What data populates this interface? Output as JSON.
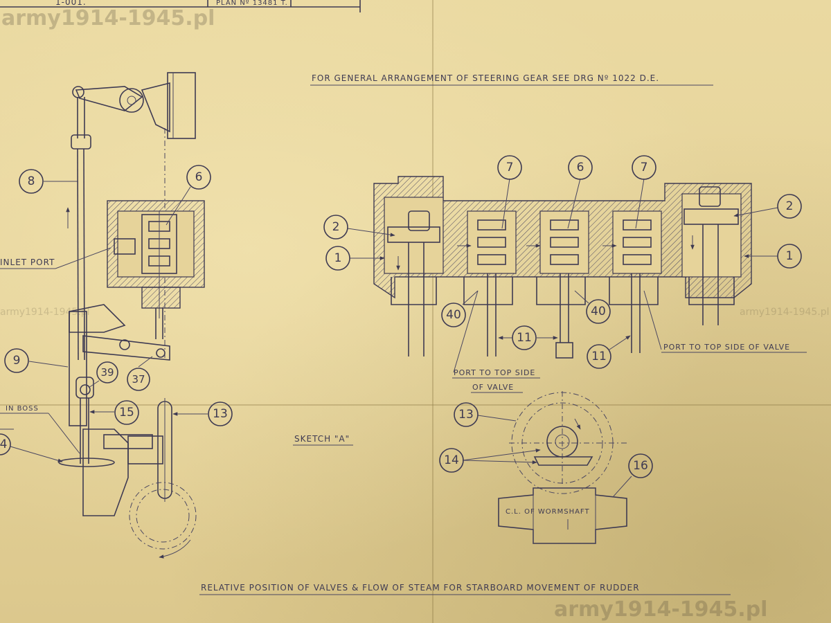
{
  "title_block": {
    "left_cell": "1-001.",
    "plan_no": "PLAN Nº 13481 T."
  },
  "watermarks": {
    "top_left": "army1914-1945.pl",
    "bottom_right": "army1914-1945.pl",
    "mid_left": "army1914-1945.pl",
    "mid_right": "army1914-1945.pl"
  },
  "notes": {
    "general_arrangement": "FOR GENERAL ARRANGEMENT OF STEERING GEAR SEE DRG Nº 1022 D.E.",
    "relative_position": "RELATIVE POSITION OF VALVES & FLOW OF STEAM FOR STARBOARD MOVEMENT OF RUDDER",
    "sketch_a": "SKETCH \"A\"",
    "inlet_port": "INLET PORT",
    "in_boss": "IN BOSS",
    "port_to_top_left_1": "PORT TO TOP SIDE",
    "port_to_top_left_2": "OF VALVE",
    "port_to_top_right": "PORT TO TOP SIDE OF VALVE",
    "worm_shaft": "C.L. OF WORMSHAFT"
  },
  "balloons": {
    "b8": "8",
    "b6_left": "6",
    "b9": "9",
    "b39": "39",
    "b37": "37",
    "b15": "15",
    "b13_left": "13",
    "b4": "4",
    "b7_a": "7",
    "b6_mid": "6",
    "b7_b": "7",
    "b2_left": "2",
    "b1_left": "1",
    "b2_right": "2",
    "b1_right": "1",
    "b40_left": "40",
    "b40_right": "40",
    "b11_mid": "11",
    "b11_right": "11",
    "b13_sketch": "13",
    "b14": "14",
    "b16": "16"
  },
  "colors": {
    "paper": "#e9d9a0",
    "ink": "#3e3a52"
  }
}
